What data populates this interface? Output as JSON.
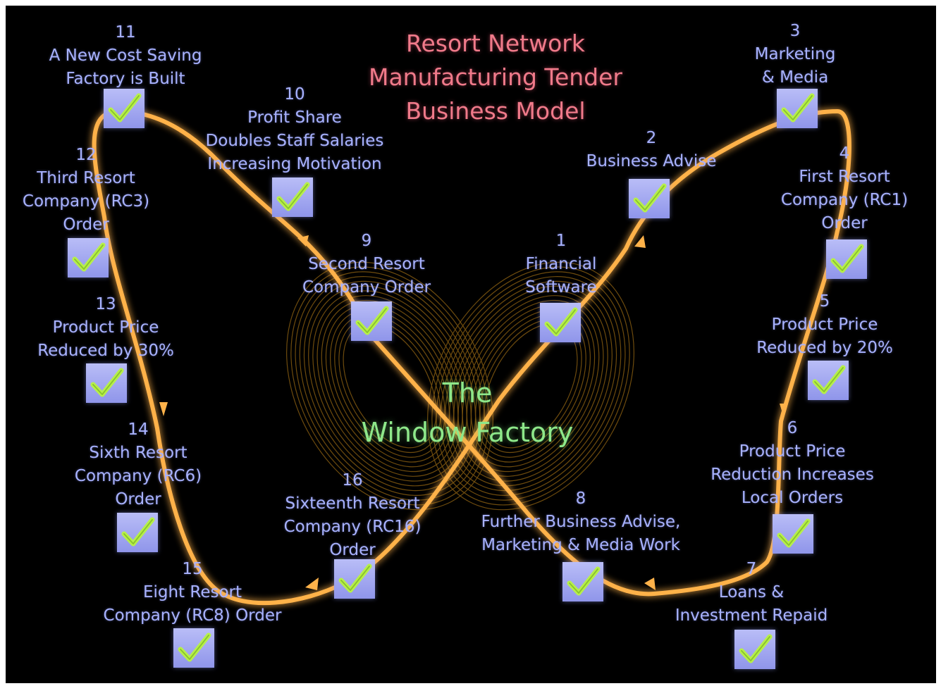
{
  "title": [
    "Resort Network",
    "Manufacturing Tender",
    "Business Model"
  ],
  "centre": [
    "The",
    "Window Factory"
  ],
  "colors": {
    "background": "#000000",
    "title": "#f07a8a",
    "step_label": "#a8b2ff",
    "centre_label": "#8ee88a",
    "flow_line": "#ffb24a",
    "checkbox": "#9aa0f0",
    "checkmark": "#b7f04a"
  },
  "icons": {
    "checkbox": "checkbox-check-icon",
    "arrow": "arrow-icon"
  },
  "steps": [
    {
      "number": "1",
      "lines": [
        "Financial",
        "Software"
      ]
    },
    {
      "number": "2",
      "lines": [
        "Business Advise"
      ]
    },
    {
      "number": "3",
      "lines": [
        "Marketing",
        "& Media"
      ]
    },
    {
      "number": "4",
      "lines": [
        "First Resort",
        "Company (RC1)",
        "Order"
      ]
    },
    {
      "number": "5",
      "lines": [
        "Product Price",
        "Reduced by 20%"
      ]
    },
    {
      "number": "6",
      "lines": [
        "Product Price",
        "Reduction Increases",
        "Local Orders"
      ]
    },
    {
      "number": "7",
      "lines": [
        "Loans &",
        "Investment Repaid"
      ]
    },
    {
      "number": "8",
      "lines": [
        "Further Business Advise,",
        "Marketing & Media Work"
      ]
    },
    {
      "number": "9",
      "lines": [
        "Second Resort",
        "Company Order"
      ]
    },
    {
      "number": "10",
      "lines": [
        "Profit Share",
        "Doubles Staff Salaries",
        "Increasing Motivation"
      ]
    },
    {
      "number": "11",
      "lines": [
        "A New Cost Saving",
        "Factory is Built"
      ]
    },
    {
      "number": "12",
      "lines": [
        "Third Resort",
        "Company (RC3)",
        "Order"
      ]
    },
    {
      "number": "13",
      "lines": [
        "Product Price",
        "Reduced by 30%"
      ]
    },
    {
      "number": "14",
      "lines": [
        "Sixth Resort",
        "Company (RC6)",
        "Order"
      ]
    },
    {
      "number": "15",
      "lines": [
        "Eight Resort",
        "Company (RC8) Order"
      ]
    },
    {
      "number": "16",
      "lines": [
        "Sixteenth Resort",
        "Company (RC16)",
        "Order"
      ]
    }
  ]
}
